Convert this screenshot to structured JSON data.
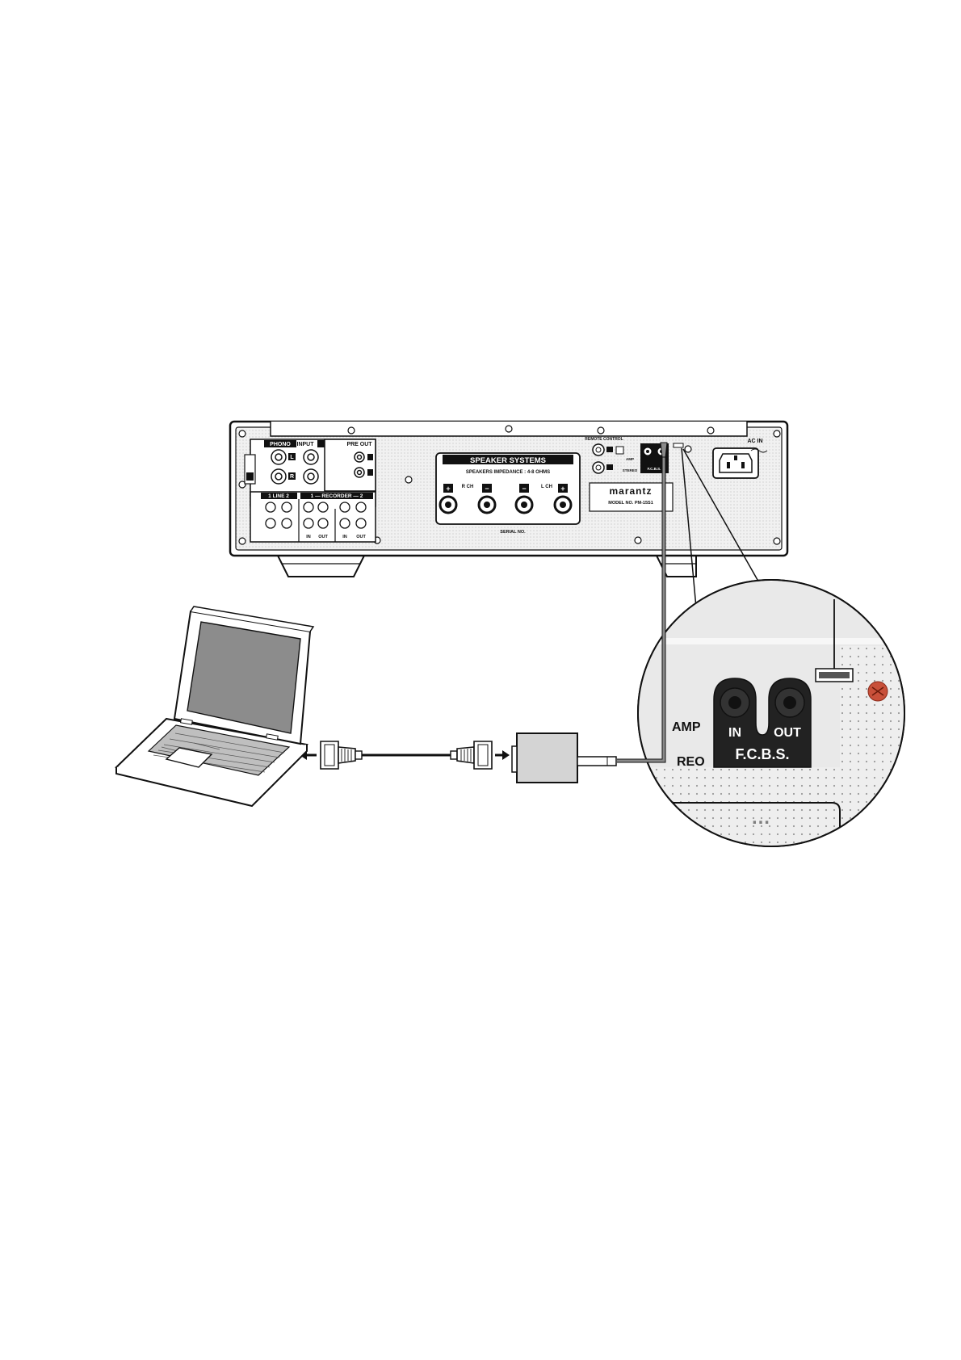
{
  "amplifier": {
    "input_labels": {
      "phono": "PHONO",
      "input": "INPUT",
      "cd": "CD",
      "pre_out": "PRE OUT",
      "line": "1   LINE   2",
      "recorder": "1 — RECORDER — 2",
      "in": "IN",
      "out": "OUT",
      "l": "L",
      "r": "R"
    },
    "speaker_title": "SPEAKER SYSTEMS",
    "speaker_impedance": "SPEAKERS IMPEDANCE  :  4-8 OHMS",
    "r_ch": "R CH",
    "l_ch": "L CH",
    "plus": "+",
    "minus": "−",
    "serial": "SERIAL NO.",
    "brand": "marantz",
    "model": "MODEL NO. PM-15S1",
    "remote": "REMOTE\nCONTROL",
    "amp": "AMP",
    "stereo": "STEREO",
    "fcbs_small": "F.C.B.S.",
    "ac_in": "AC IN"
  },
  "zoom": {
    "amp": "AMP",
    "reo": "REO",
    "in": "IN",
    "out": "OUT",
    "fcbs": "F.C.B.S."
  },
  "colors": {
    "outline": "#111111",
    "panel_fill": "#eeeeee",
    "cable_gray": "#8a8a8a",
    "adapter_fill": "#d4d4d4",
    "screen_fill": "#8c8c8c",
    "zoom_fill": "#eeeeee",
    "jack_fill": "#222222",
    "screw_red": "#c8503a"
  }
}
